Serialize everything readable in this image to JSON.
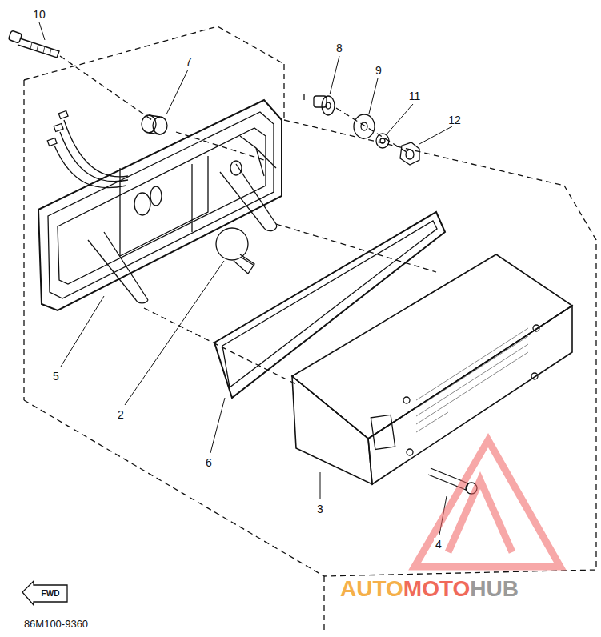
{
  "diagram": {
    "labels": [
      "10",
      "7",
      "8",
      "9",
      "11",
      "12",
      "5",
      "2",
      "6",
      "3",
      "4",
      "FWD",
      "86M100-9360",
      "AUTO",
      "MOTO",
      "HUB"
    ]
  }
}
